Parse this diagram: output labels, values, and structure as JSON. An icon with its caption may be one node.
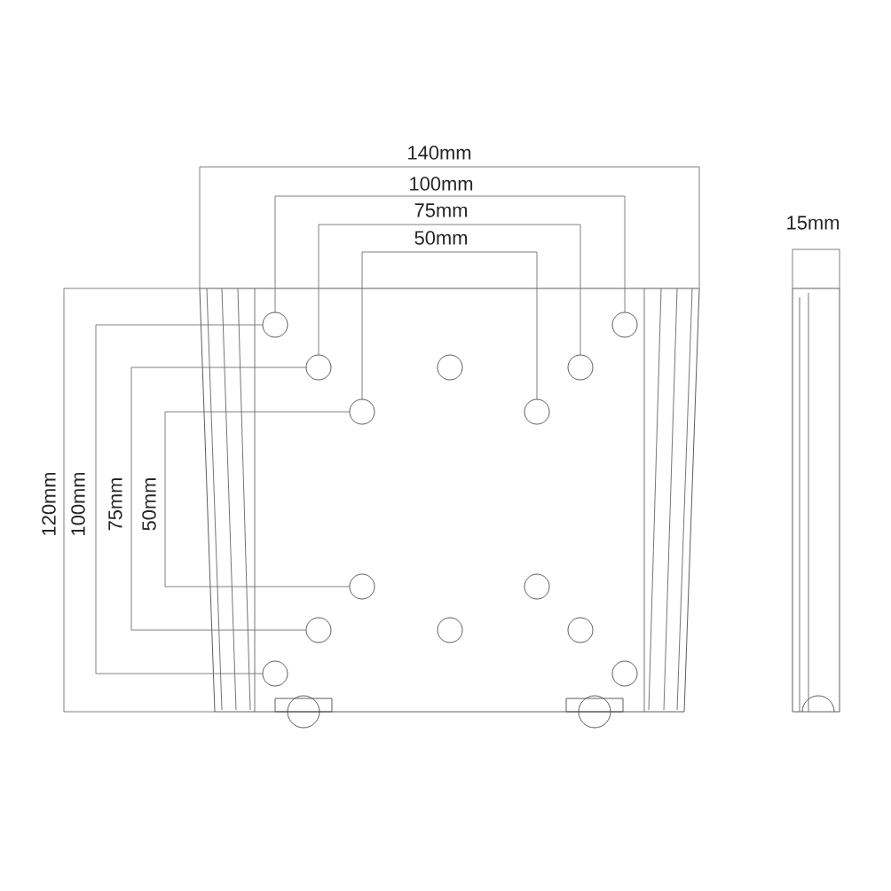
{
  "diagram": {
    "labels": [
      "140mm",
      "100mm",
      "75mm",
      "50mm",
      "15mm",
      "120mm",
      "100mm",
      "75mm",
      "50mm"
    ]
  }
}
